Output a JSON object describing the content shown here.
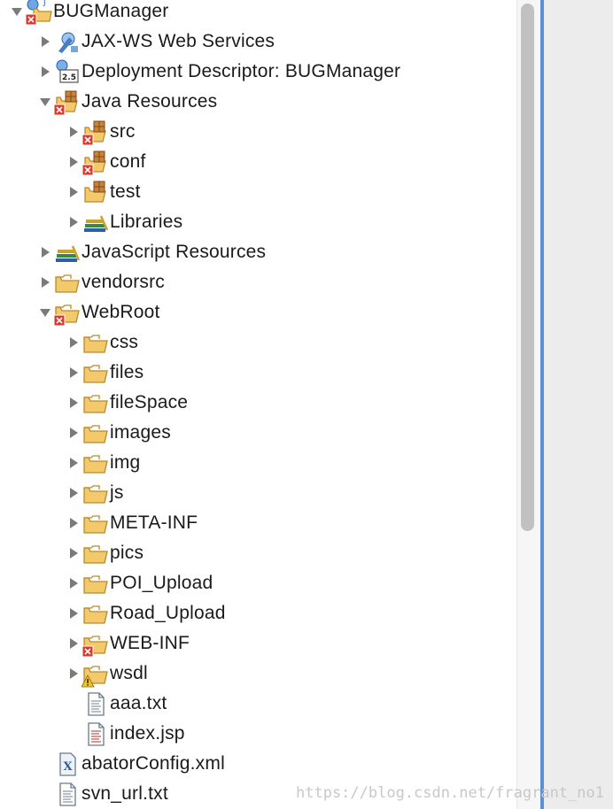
{
  "explorer": {
    "items": [
      {
        "label": "BUGManager",
        "depth": 0,
        "arrow": "expanded",
        "icon": "project-icon",
        "error": true
      },
      {
        "label": "JAX-WS Web Services",
        "depth": 1,
        "arrow": "collapsed",
        "icon": "webservices-icon",
        "error": false
      },
      {
        "label": "Deployment Descriptor: BUGManager",
        "depth": 1,
        "arrow": "collapsed",
        "icon": "deployment-descriptor-icon",
        "error": false
      },
      {
        "label": "Java Resources",
        "depth": 1,
        "arrow": "expanded",
        "icon": "java-resources-icon",
        "error": true
      },
      {
        "label": "src",
        "depth": 2,
        "arrow": "collapsed",
        "icon": "source-folder-icon",
        "error": true
      },
      {
        "label": "conf",
        "depth": 2,
        "arrow": "collapsed",
        "icon": "source-folder-icon",
        "error": true
      },
      {
        "label": "test",
        "depth": 2,
        "arrow": "collapsed",
        "icon": "source-folder-icon",
        "error": false
      },
      {
        "label": "Libraries",
        "depth": 2,
        "arrow": "collapsed",
        "icon": "libraries-icon",
        "error": false
      },
      {
        "label": "JavaScript Resources",
        "depth": 1,
        "arrow": "collapsed",
        "icon": "libraries-icon",
        "error": false
      },
      {
        "label": "vendorsrc",
        "depth": 1,
        "arrow": "collapsed",
        "icon": "folder-icon",
        "error": false
      },
      {
        "label": "WebRoot",
        "depth": 1,
        "arrow": "expanded",
        "icon": "folder-icon",
        "error": true
      },
      {
        "label": "css",
        "depth": 2,
        "arrow": "collapsed",
        "icon": "folder-icon",
        "error": false
      },
      {
        "label": "files",
        "depth": 2,
        "arrow": "collapsed",
        "icon": "folder-icon",
        "error": false
      },
      {
        "label": "fileSpace",
        "depth": 2,
        "arrow": "collapsed",
        "icon": "folder-icon",
        "error": false
      },
      {
        "label": "images",
        "depth": 2,
        "arrow": "collapsed",
        "icon": "folder-icon",
        "error": false
      },
      {
        "label": "img",
        "depth": 2,
        "arrow": "collapsed",
        "icon": "folder-icon",
        "error": false
      },
      {
        "label": "js",
        "depth": 2,
        "arrow": "collapsed",
        "icon": "folder-icon",
        "error": false
      },
      {
        "label": "META-INF",
        "depth": 2,
        "arrow": "collapsed",
        "icon": "folder-icon",
        "error": false
      },
      {
        "label": "pics",
        "depth": 2,
        "arrow": "collapsed",
        "icon": "folder-icon",
        "error": false
      },
      {
        "label": "POI_Upload",
        "depth": 2,
        "arrow": "collapsed",
        "icon": "folder-icon",
        "error": false
      },
      {
        "label": "Road_Upload",
        "depth": 2,
        "arrow": "collapsed",
        "icon": "folder-icon",
        "error": false
      },
      {
        "label": "WEB-INF",
        "depth": 2,
        "arrow": "collapsed",
        "icon": "folder-icon",
        "error": true
      },
      {
        "label": "wsdl",
        "depth": 2,
        "arrow": "collapsed",
        "icon": "folder-icon",
        "error": false,
        "warning": true
      },
      {
        "label": "aaa.txt",
        "depth": 2,
        "arrow": "none",
        "icon": "text-file-icon",
        "error": false
      },
      {
        "label": "index.jsp",
        "depth": 2,
        "arrow": "none",
        "icon": "jsp-file-icon",
        "error": false
      },
      {
        "label": "abatorConfig.xml",
        "depth": 1,
        "arrow": "none",
        "icon": "xml-file-icon",
        "error": false
      },
      {
        "label": "svn_url.txt",
        "depth": 1,
        "arrow": "none",
        "icon": "text-file-icon",
        "error": false
      }
    ]
  },
  "watermark": "https://blog.csdn.net/fragrant_no1",
  "colors": {
    "folder": "#f3c96b",
    "folder_stroke": "#b88a2c",
    "error": "#d93a2f",
    "warning": "#f2c12e",
    "arrow": "#7a7a7a",
    "divider": "#5b8fd8"
  }
}
